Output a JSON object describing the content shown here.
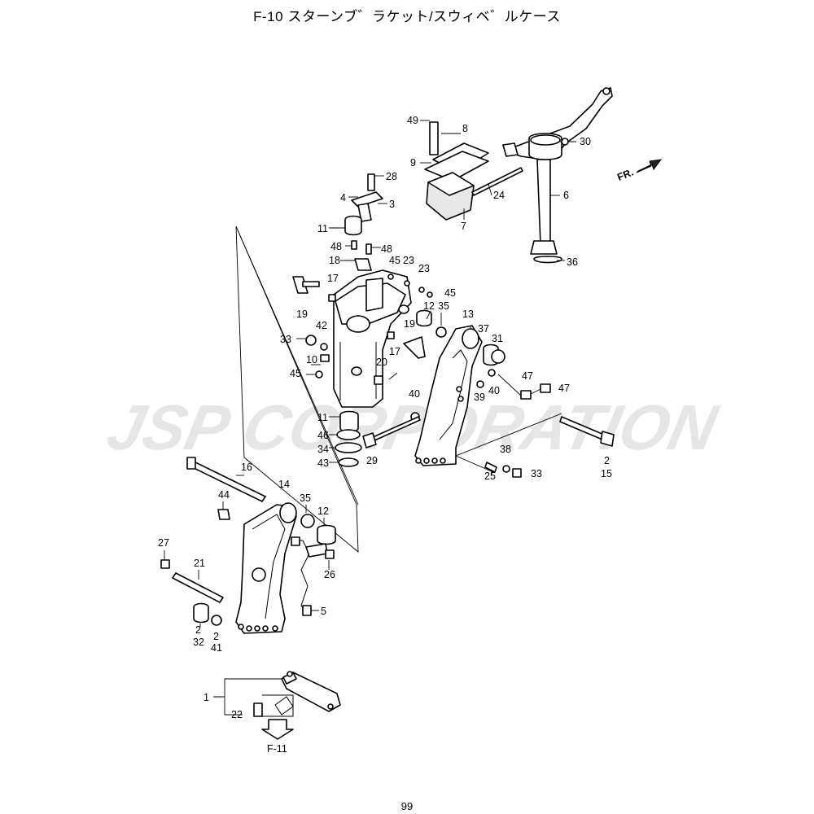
{
  "header": {
    "title": "F-10  スターンブ゛ラケット/スウィベ゛ルケース"
  },
  "watermark": {
    "text": "JSP CORPORATION",
    "color": "#e6e6e6"
  },
  "direction_marker": {
    "label": "FR."
  },
  "reference": {
    "label": "F-11"
  },
  "footer": {
    "page_number": "99"
  },
  "labels": {
    "p49": "49",
    "p8": "8",
    "p9": "9",
    "p7": "7",
    "p24": "24",
    "p6": "6",
    "p30": "30",
    "p36": "36",
    "p28": "28",
    "p4": "4",
    "p3": "3",
    "p11a": "11",
    "p48a": "48",
    "p48b": "48",
    "p18": "18",
    "p45a": "45",
    "p23a": "23",
    "p23b": "23",
    "p45b": "45",
    "p17a": "17",
    "p19a": "19",
    "p12a": "12",
    "p35a": "35",
    "p13": "13",
    "p37": "37",
    "p31": "31",
    "p19b": "19",
    "p17b": "17",
    "p33a": "33",
    "p42": "42",
    "p10": "10",
    "p20": "20",
    "p45c": "45",
    "p39": "39",
    "p40a": "40",
    "p40b": "40",
    "p47a": "47",
    "p47b": "47",
    "p11b": "11",
    "p46": "46",
    "p34": "34",
    "p43": "43",
    "p29": "29",
    "p38": "38",
    "p25": "25",
    "p33b": "33",
    "p2a": "2",
    "p15": "15",
    "p16": "16",
    "p14": "14",
    "p44": "44",
    "p35b": "35",
    "p12b": "12",
    "p26": "26",
    "p27": "27",
    "p21": "21",
    "p5": "5",
    "p2b": "2",
    "p32": "32",
    "p2c": "2",
    "p41": "41",
    "p1": "1",
    "p22": "22"
  }
}
